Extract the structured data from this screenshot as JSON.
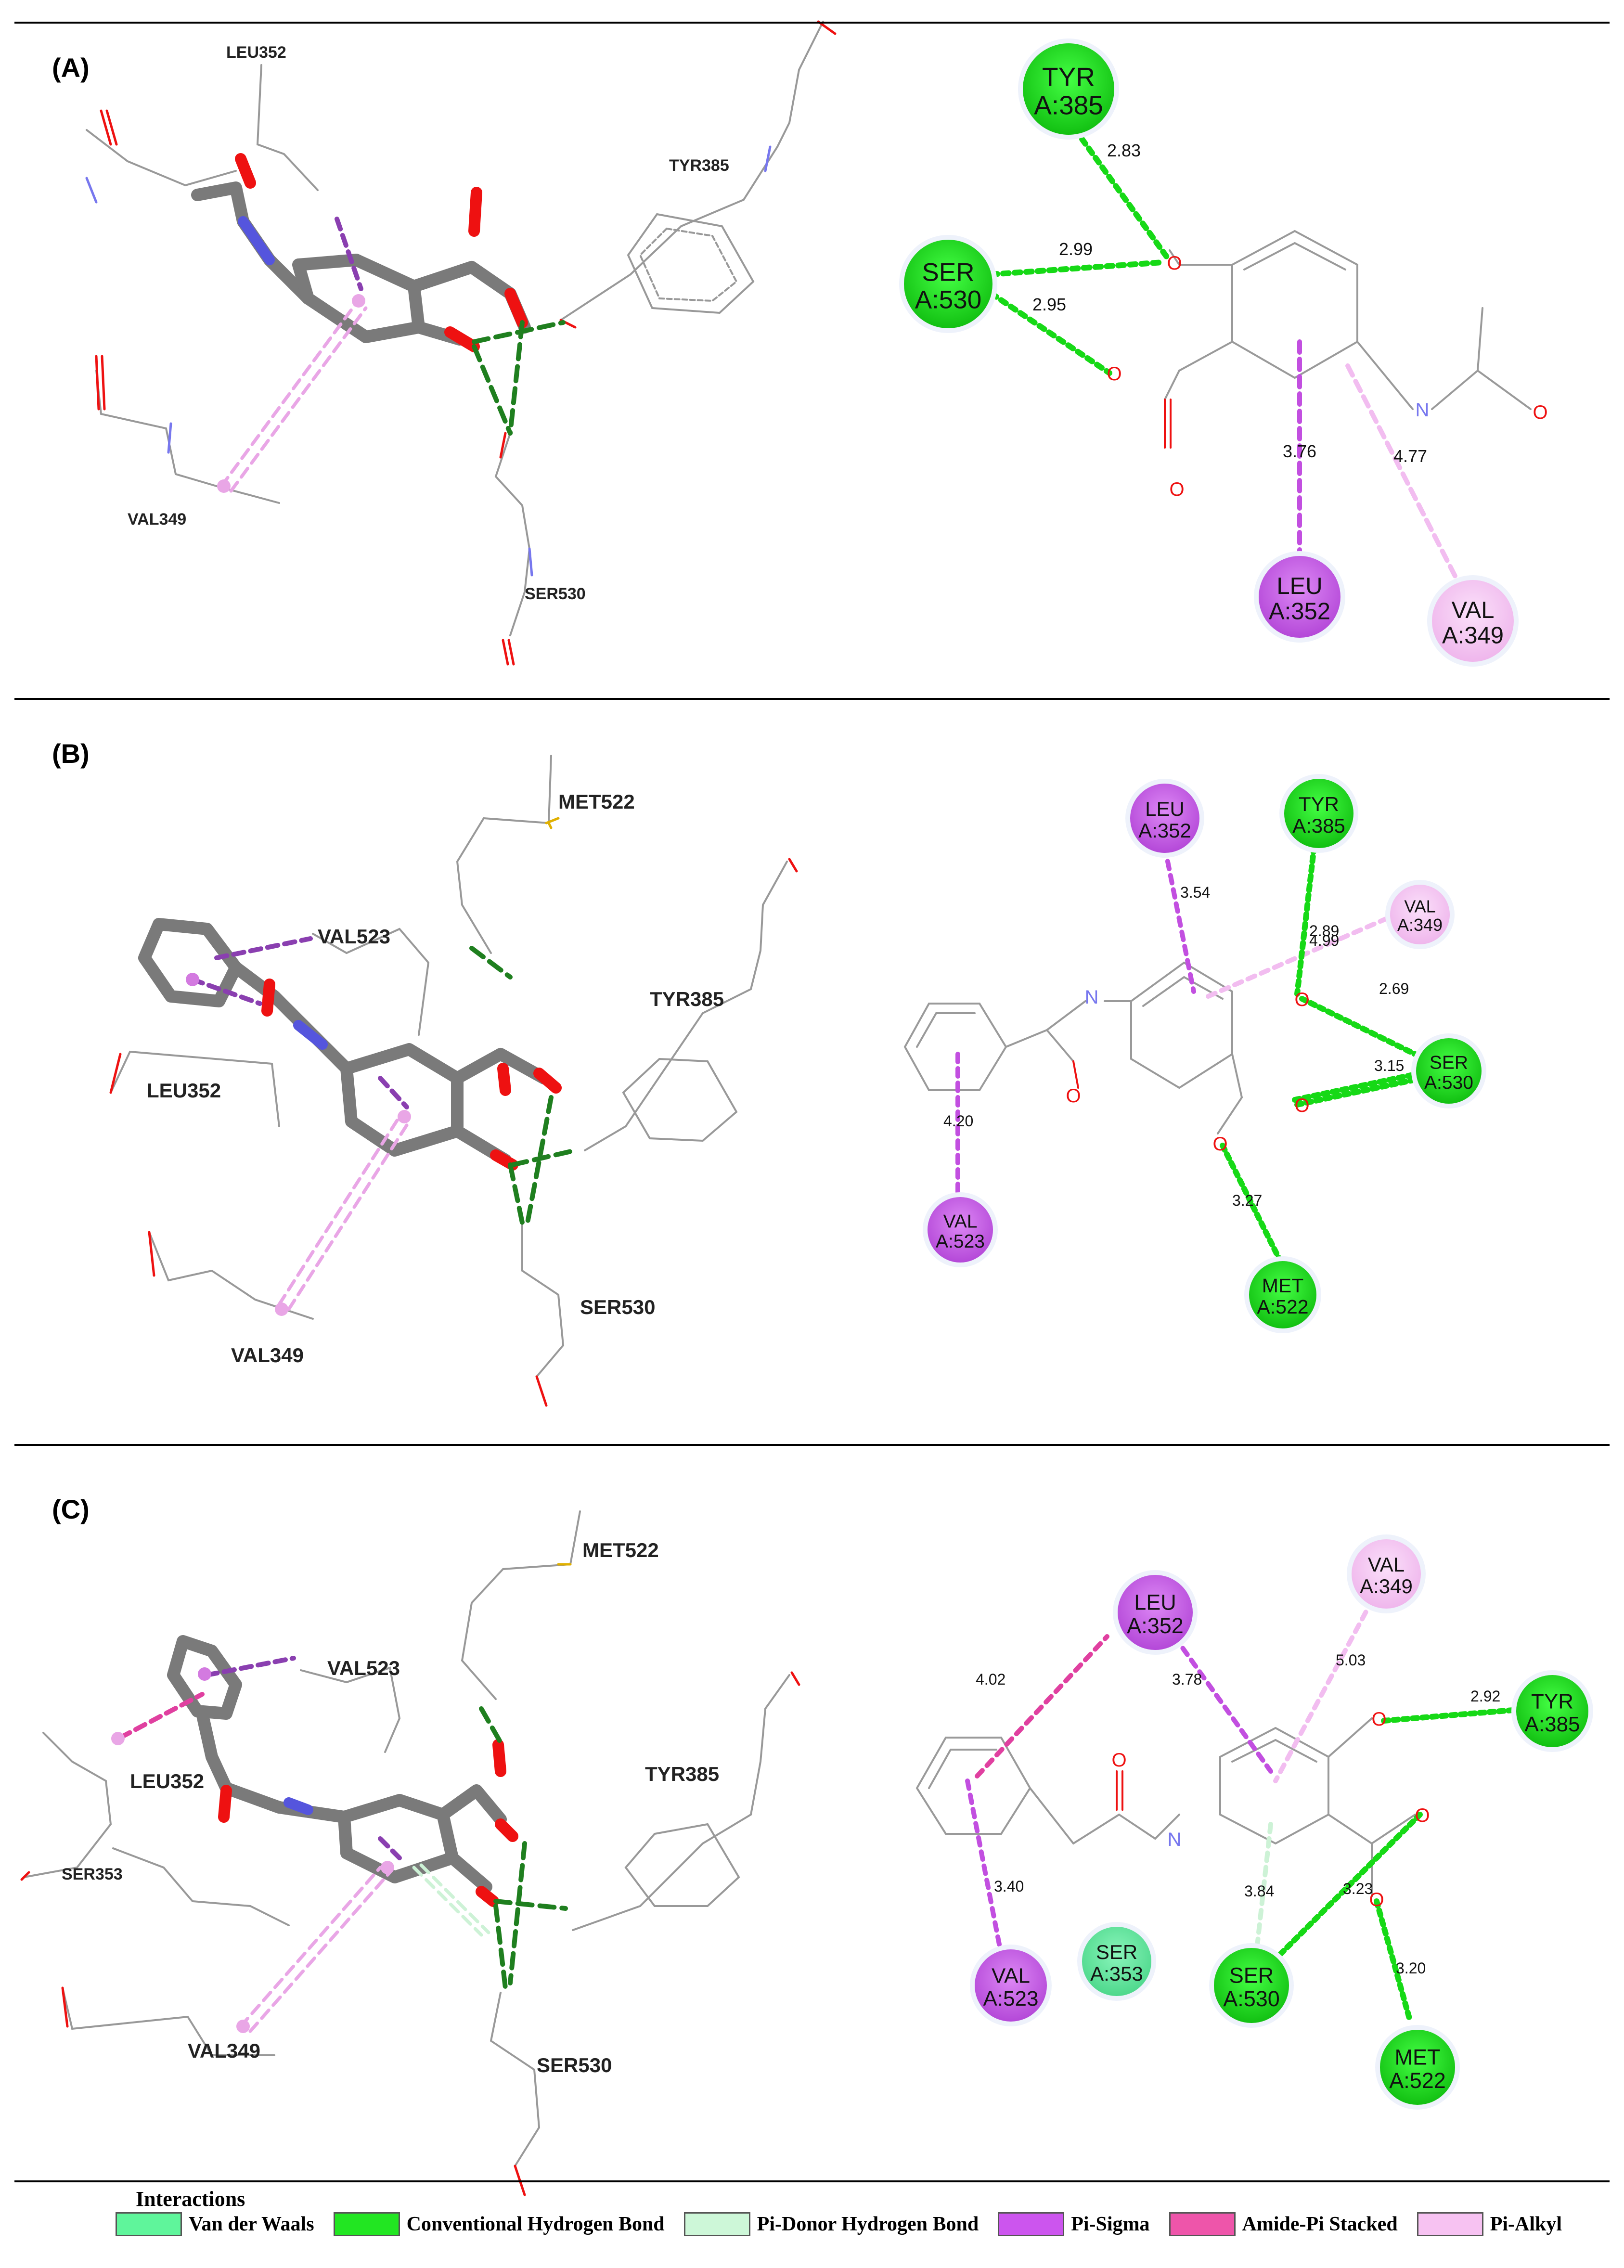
{
  "panels": [
    {
      "label": "(A)",
      "left_labels": [
        "LEU352",
        "TYR385",
        "VAL349",
        "SER530"
      ],
      "residues": [
        {
          "name": "TYR",
          "chain": "A:385",
          "type": "hbond"
        },
        {
          "name": "SER",
          "chain": "A:530",
          "type": "hbond"
        },
        {
          "name": "LEU",
          "chain": "A:352",
          "type": "pisigma"
        },
        {
          "name": "VAL",
          "chain": "A:349",
          "type": "pialkyl"
        }
      ],
      "distances": [
        "2.83",
        "2.99",
        "2.95",
        "3.76",
        "4.77"
      ]
    },
    {
      "label": "(B)",
      "left_labels": [
        "MET522",
        "VAL523",
        "TYR385",
        "LEU352",
        "SER530",
        "VAL349"
      ],
      "residues": [
        {
          "name": "LEU",
          "chain": "A:352",
          "type": "pisigma"
        },
        {
          "name": "TYR",
          "chain": "A:385",
          "type": "hbond"
        },
        {
          "name": "VAL",
          "chain": "A:349",
          "type": "pialkyl"
        },
        {
          "name": "SER",
          "chain": "A:530",
          "type": "hbond"
        },
        {
          "name": "VAL",
          "chain": "A:523",
          "type": "pisigma"
        },
        {
          "name": "MET",
          "chain": "A:522",
          "type": "hbond"
        }
      ],
      "distances": [
        "3.54",
        "2.89",
        "4.99",
        "2.69",
        "3.15",
        "4.20",
        "3.27"
      ]
    },
    {
      "label": "(C)",
      "left_labels": [
        "MET522",
        "VAL523",
        "TYR385",
        "LEU352",
        "SER353",
        "VAL349",
        "SER530"
      ],
      "residues": [
        {
          "name": "VAL",
          "chain": "A:349",
          "type": "pialkyl"
        },
        {
          "name": "LEU",
          "chain": "A:352",
          "type": "pisigma"
        },
        {
          "name": "TYR",
          "chain": "A:385",
          "type": "hbond"
        },
        {
          "name": "VAL",
          "chain": "A:523",
          "type": "pisigma"
        },
        {
          "name": "SER",
          "chain": "A:353",
          "type": "vdw"
        },
        {
          "name": "SER",
          "chain": "A:530",
          "type": "hbond"
        },
        {
          "name": "MET",
          "chain": "A:522",
          "type": "hbond"
        }
      ],
      "distances": [
        "4.02",
        "3.78",
        "5.03",
        "2.92",
        "3.40",
        "3.84",
        "3.23",
        "3.20"
      ]
    }
  ],
  "legend": {
    "title": "Interactions",
    "items": [
      {
        "label": "Van der Waals",
        "color": "#5ff59b"
      },
      {
        "label": "Conventional Hydrogen Bond",
        "color": "#22e622"
      },
      {
        "label": "Pi-Donor Hydrogen Bond",
        "color": "#cdf7d8"
      },
      {
        "label": "Pi-Sigma",
        "color": "#cc55ee"
      },
      {
        "label": "Amide-Pi Stacked",
        "color": "#ee55aa"
      },
      {
        "label": "Pi-Alkyl",
        "color": "#f7c2f2"
      }
    ]
  },
  "colors": {
    "hbond": "#16d916",
    "pisigma": "#c24fe0",
    "pialkyl": "#f2bdf0",
    "vdw": "#58e89a",
    "oxygen": "#ee1111",
    "nitrogen": "#7777ee",
    "sulfur": "#e0b000",
    "stick": "#7a7a7a",
    "hbond_dark": "#1f7f1f"
  }
}
